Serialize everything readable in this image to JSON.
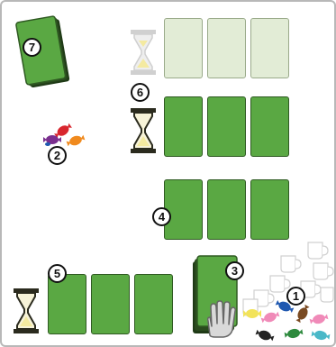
{
  "markers": {
    "m1": "1",
    "m2": "2",
    "m3": "3",
    "m4": "4",
    "m5": "5",
    "m6": "6",
    "m7": "7"
  },
  "colors": {
    "card_green": "#5aa843",
    "card_border": "#2f5a22",
    "card_light": "#e2ecd6",
    "hourglass_dark": "#2b2b1e",
    "hourglass_light": "#cfcfcf",
    "sand": "#f4eaa0",
    "candy_red": "#d8262e",
    "candy_purple": "#7a2f8e",
    "candy_orange": "#f08a1e",
    "candy_blue": "#1f58b0",
    "candy_pink": "#f08ab8",
    "candy_yellow": "#f2e35a",
    "candy_brown": "#7a4a22",
    "candy_black": "#222222",
    "candy_teal": "#4ab8c8",
    "candy_green": "#2e8a3e"
  },
  "icons": [
    "card-deck-icon",
    "hourglass-icon",
    "candy-icon",
    "hand-icon",
    "cup-icon"
  ]
}
